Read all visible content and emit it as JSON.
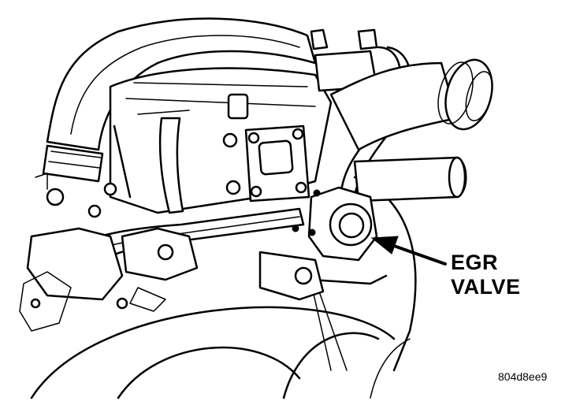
{
  "callout": {
    "line1": "EGR",
    "line2": "VALVE"
  },
  "figure_code": "804d8ee9"
}
